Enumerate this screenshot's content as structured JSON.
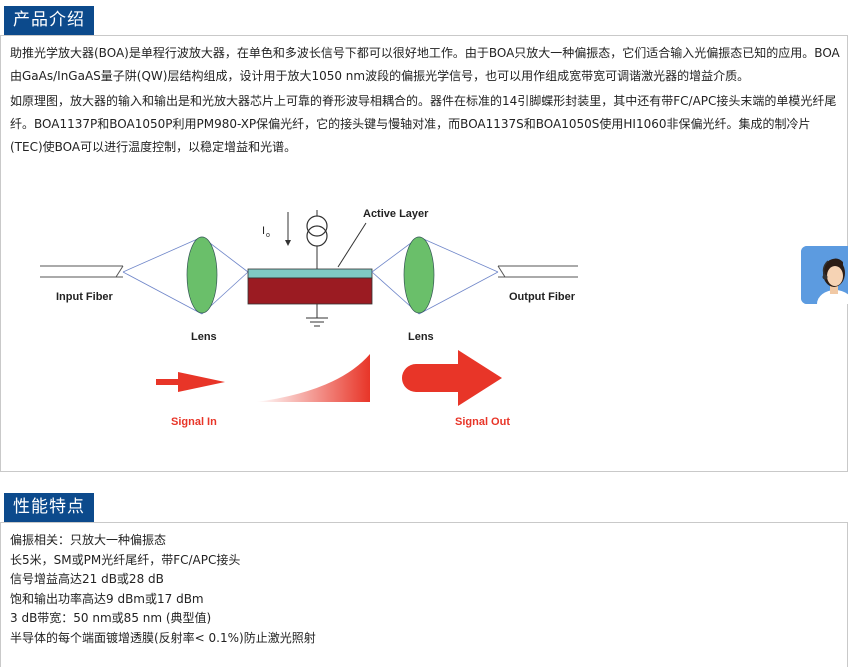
{
  "intro": {
    "title": "产品介绍",
    "paragraphs": [
      "助推光学放大器(BOA)是单程行波放大器，在单色和多波长信号下都可以很好地工作。由于BOA只放大一种偏振态，它们适合输入光偏振态已知的应用。BOA由GaAs/InGaAS量子阱(QW)层结构组成，设计用于放大1050 nm波段的偏振光学信号，也可以用作组成宽带宽可调谐激光器的增益介质。",
      "如原理图，放大器的输入和输出是和光放大器芯片上可靠的脊形波导相耦合的。器件在标准的14引脚蝶形封装里，其中还有带FC/APC接头末端的单模光纤尾纤。BOA1137P和BOA1050P利用PM980-XP保偏光纤，它的接头键与慢轴对准，而BOA1137S和BOA1050S使用HI1060非保偏光纤。集成的制冷片(TEC)使BOA可以进行温度控制，以稳定增益和光谱。"
    ]
  },
  "diagram": {
    "labels": {
      "input_fiber": "Input Fiber",
      "output_fiber": "Output Fiber",
      "lens_left": "Lens",
      "lens_right": "Lens",
      "active_layer": "Active Layer",
      "current": "I",
      "current_sub": "o",
      "signal_in": "Signal In",
      "signal_out": "Signal Out"
    },
    "colors": {
      "lens": "#6abf6a",
      "chip": "#9b1b22",
      "active_layer": "#7fc9c4",
      "signal": "#e83528"
    }
  },
  "specs": {
    "title": "性能特点",
    "items": [
      "偏振相关：只放大一种偏振态",
      "长5米，SM或PM光纤尾纤，带FC/APC接头",
      "信号增益高达21 dB或28 dB",
      "饱和输出功率高达9 dBm或17 dBm",
      "3 dB带宽：50 nm或85 nm (典型值)",
      "半导体的每个端面镀增透膜(反射率< 0.1%)防止激光照射"
    ]
  },
  "support": {
    "icon": "customer-service-avatar-icon"
  }
}
